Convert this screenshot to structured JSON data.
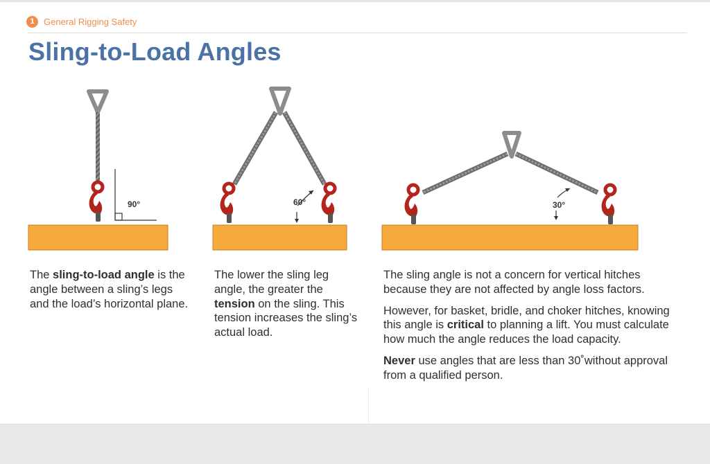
{
  "breadcrumb": {
    "step": "1",
    "section": "General Rigging Safety"
  },
  "title": "Sling-to-Load Angles",
  "illustrations": [
    {
      "angle_label": "90°"
    },
    {
      "angle_label": "60°"
    },
    {
      "angle_label": "30°"
    }
  ],
  "columns": [
    {
      "paragraphs": [
        {
          "pre": "The ",
          "bold": "sling-to-load angle",
          "post": " is the angle between a sling’s legs and the load’s horizontal plane."
        }
      ]
    },
    {
      "paragraphs": [
        {
          "pre": "The lower the sling leg angle, the greater the ",
          "bold": "tension",
          "post": " on the sling. This tension increases the sling’s actual load."
        }
      ]
    },
    {
      "paragraphs": [
        {
          "pre": "The sling angle is not a concern for vertical hitches because they are not affected by angle loss factors.",
          "bold": "",
          "post": ""
        },
        {
          "pre": "However, for basket, bridle, and choker hitches, knowing this angle is ",
          "bold": "critical",
          "post": " to planning a lift. You must calculate how much the angle reduces the load capacity."
        },
        {
          "pre": "",
          "bold": "Never",
          "post": " use angles that are less than 30˚without approval from a qualified person."
        }
      ]
    }
  ],
  "colors": {
    "accent": "#ef8d4f",
    "title": "#4a72a6",
    "load": "#f7aa3c",
    "hook": "#b3241c",
    "cable": "#7f7f7f"
  }
}
